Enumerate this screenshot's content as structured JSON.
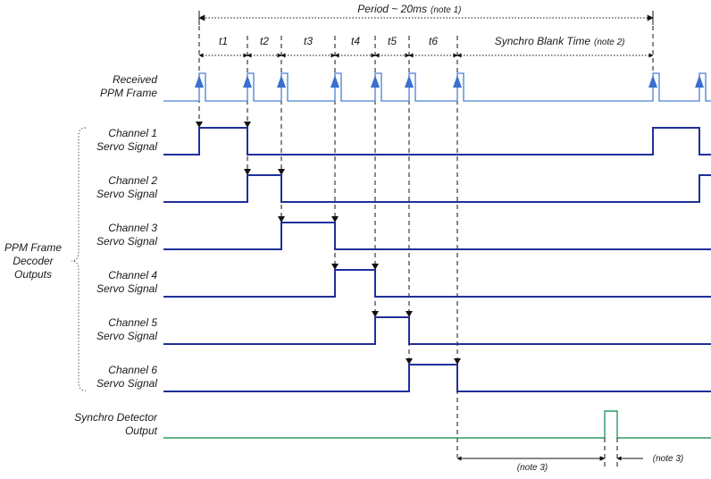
{
  "period": {
    "label": "Period ~ 20ms",
    "note": "(note 1)"
  },
  "intervals": [
    "t1",
    "t2",
    "t3",
    "t4",
    "t5",
    "t6"
  ],
  "blank": {
    "label": "Synchro Blank Time",
    "note": "(note 2)"
  },
  "ppm": {
    "label_line1": "Received",
    "label_line2": "PPM Frame"
  },
  "channels": [
    {
      "line1": "Channel 1",
      "line2": "Servo Signal"
    },
    {
      "line1": "Channel 2",
      "line2": "Servo Signal"
    },
    {
      "line1": "Channel 3",
      "line2": "Servo Signal"
    },
    {
      "line1": "Channel 4",
      "line2": "Servo Signal"
    },
    {
      "line1": "Channel 5",
      "line2": "Servo Signal"
    },
    {
      "line1": "Channel 6",
      "line2": "Servo Signal"
    }
  ],
  "decoder": {
    "line1": "PPM Frame",
    "line2": "Decoder",
    "line3": "Outputs"
  },
  "synchro": {
    "line1": "Synchro Detector",
    "line2": "Output"
  },
  "notes": {
    "left": "(note 3)",
    "right": "(note 3)"
  },
  "colors": {
    "ppm": "#4a7fd6",
    "channel": "#1f2f9a",
    "synchro": "#2e9a62",
    "arrow": "#3a6fd0"
  }
}
